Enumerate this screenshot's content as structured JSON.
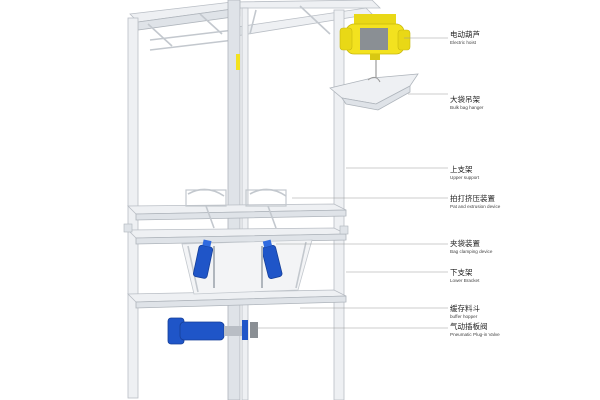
{
  "labels": [
    {
      "cn": "电动葫芦",
      "en": "Electric hoist"
    },
    {
      "cn": "大袋吊架",
      "en": "Bulk bag hanger"
    },
    {
      "cn": "上支架",
      "en": "Upper support"
    },
    {
      "cn": "拍打挤压装置",
      "en": "Pat and extrusion device"
    },
    {
      "cn": "夹袋装置",
      "en": "Bag clamping device"
    },
    {
      "cn": "下支架",
      "en": "Lower Bracket"
    },
    {
      "cn": "缓存料斗",
      "en": "buffer hopper"
    },
    {
      "cn": "气动插板阀",
      "en": "Pneumatic Plug-in Valve"
    }
  ],
  "colors": {
    "frame": "#eef0f3",
    "hoist": "#f3e21f",
    "actuator": "#1f55c8",
    "leader": "#9a9a9a"
  }
}
